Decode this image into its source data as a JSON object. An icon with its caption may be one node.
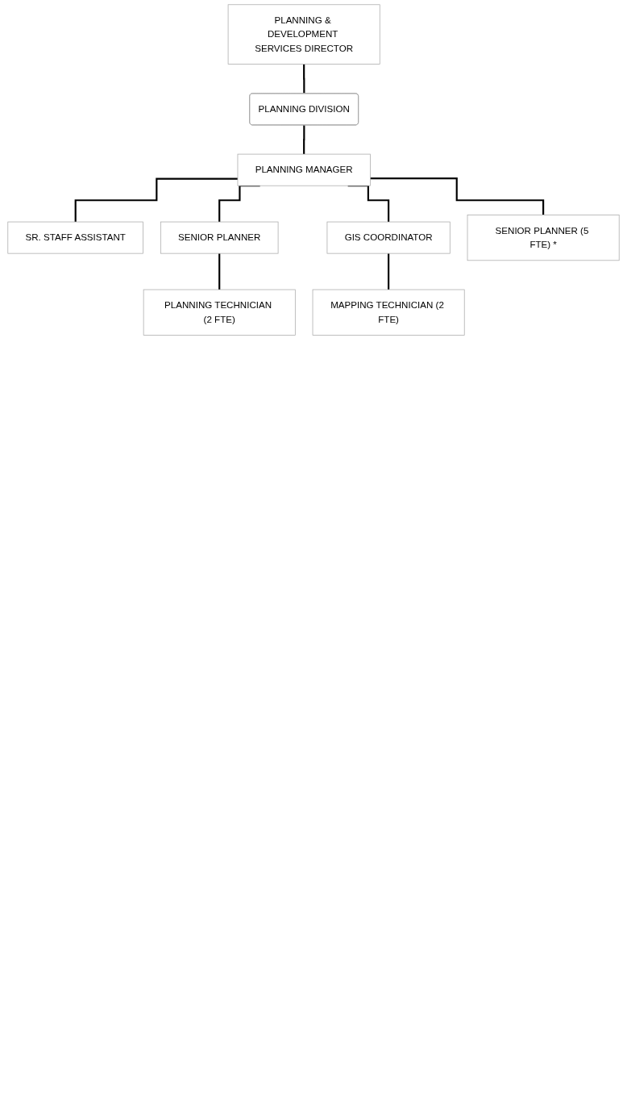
{
  "diagram": {
    "nodes": [
      {
        "text": [
          "PLANNING & DEVELOPMENT SERVICES DIRECTOR"
        ]
      },
      {
        "text": [
          "PLANNING DIVISION"
        ]
      },
      {
        "text": [
          "PLANNING MANAGER"
        ]
      },
      {
        "text": [
          "SR. STAFF ASSISTANT"
        ]
      },
      {
        "text": [
          "SENIOR PLANNER"
        ]
      },
      {
        "text": [
          "GIS COORDINATOR"
        ]
      },
      {
        "text": [
          "PLANNING TECHNICIAN (2 FTE)"
        ]
      },
      {
        "text": [
          "MAPPING TECHNICIAN (2 FTE)"
        ]
      },
      {
        "text": [
          "SENIOR PLANNER (5 FTE) *"
        ]
      }
    ],
    "edges": [
      {
        "from": 0,
        "to": 1,
        "arrow": "none"
      },
      {
        "from": 1,
        "to": 2,
        "arrow": "none"
      },
      {
        "from": 2,
        "to": 3,
        "arrow": "none"
      },
      {
        "from": 2,
        "to": 4,
        "arrow": "none"
      },
      {
        "from": 2,
        "to": 5,
        "arrow": "none"
      },
      {
        "from": 4,
        "to": 6,
        "arrow": "none"
      },
      {
        "from": 5,
        "to": 7,
        "arrow": "none"
      },
      {
        "from": 2,
        "to": 8,
        "arrow": "none"
      }
    ]
  }
}
